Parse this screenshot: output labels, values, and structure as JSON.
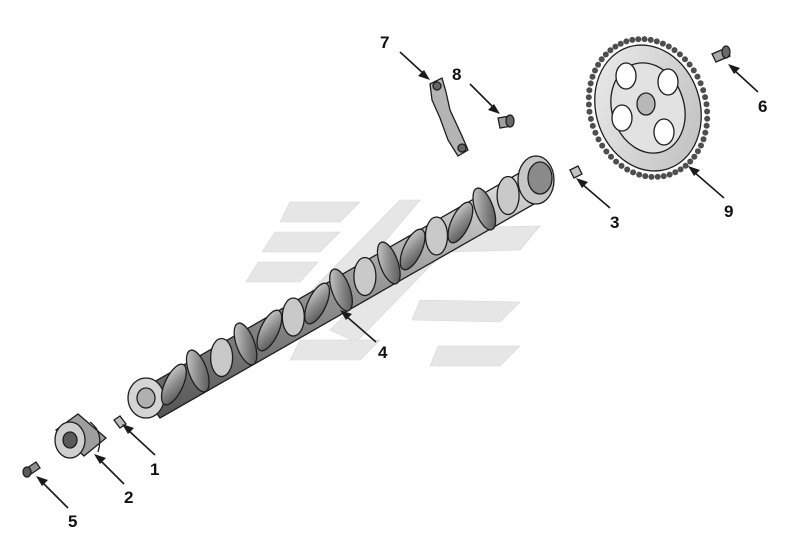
{
  "diagram": {
    "callouts": [
      {
        "id": "1",
        "label": "1"
      },
      {
        "id": "2",
        "label": "2"
      },
      {
        "id": "3",
        "label": "3"
      },
      {
        "id": "4",
        "label": "4"
      },
      {
        "id": "5",
        "label": "5"
      },
      {
        "id": "6",
        "label": "6"
      },
      {
        "id": "7",
        "label": "7"
      },
      {
        "id": "8",
        "label": "8"
      },
      {
        "id": "9",
        "label": "9"
      }
    ],
    "colors": {
      "line": "#1e1e1e",
      "shade_dark": "#6a6a6a",
      "shade_mid": "#a8a8a8",
      "shade_light": "#d6d6d6",
      "watermark": "#dedede"
    }
  }
}
